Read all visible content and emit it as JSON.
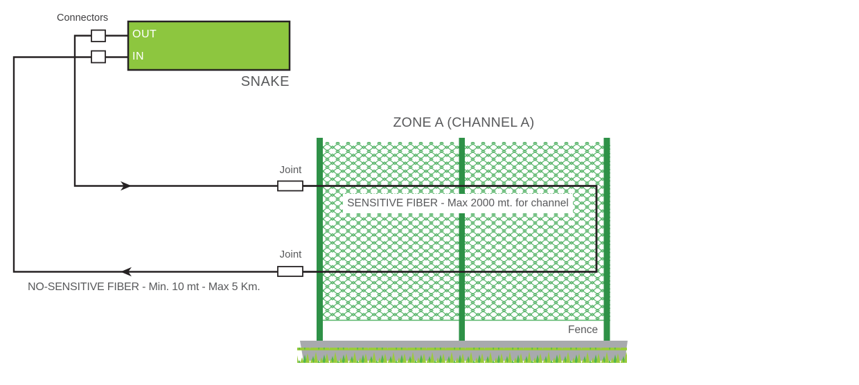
{
  "diagram": {
    "connectors_label": "Connectors",
    "device": {
      "name": "SNAKE",
      "port_out": "OUT",
      "port_in": "IN"
    },
    "zone_title": "ZONE A (CHANNEL A)",
    "joint_top": "Joint",
    "joint_bottom": "Joint",
    "sensitive_fiber_label": "SENSITIVE FIBER - Max 2000 mt. for channel",
    "no_sensitive_fiber_label": "NO-SENSITIVE FIBER - Min. 10 mt - Max 5 Km.",
    "fence_label": "Fence"
  },
  "colors": {
    "device_green": "#8DC63F",
    "mesh_green": "#57B469",
    "post_green": "#2E9147",
    "grass_light": "#9BCB3D",
    "grass_dark": "#53B74A",
    "ground_gray": "#A8AAAD",
    "line_dark": "#262223",
    "text_gray": "#58595B",
    "text_dark": "#414042",
    "port_text": "#FFFFFF"
  }
}
